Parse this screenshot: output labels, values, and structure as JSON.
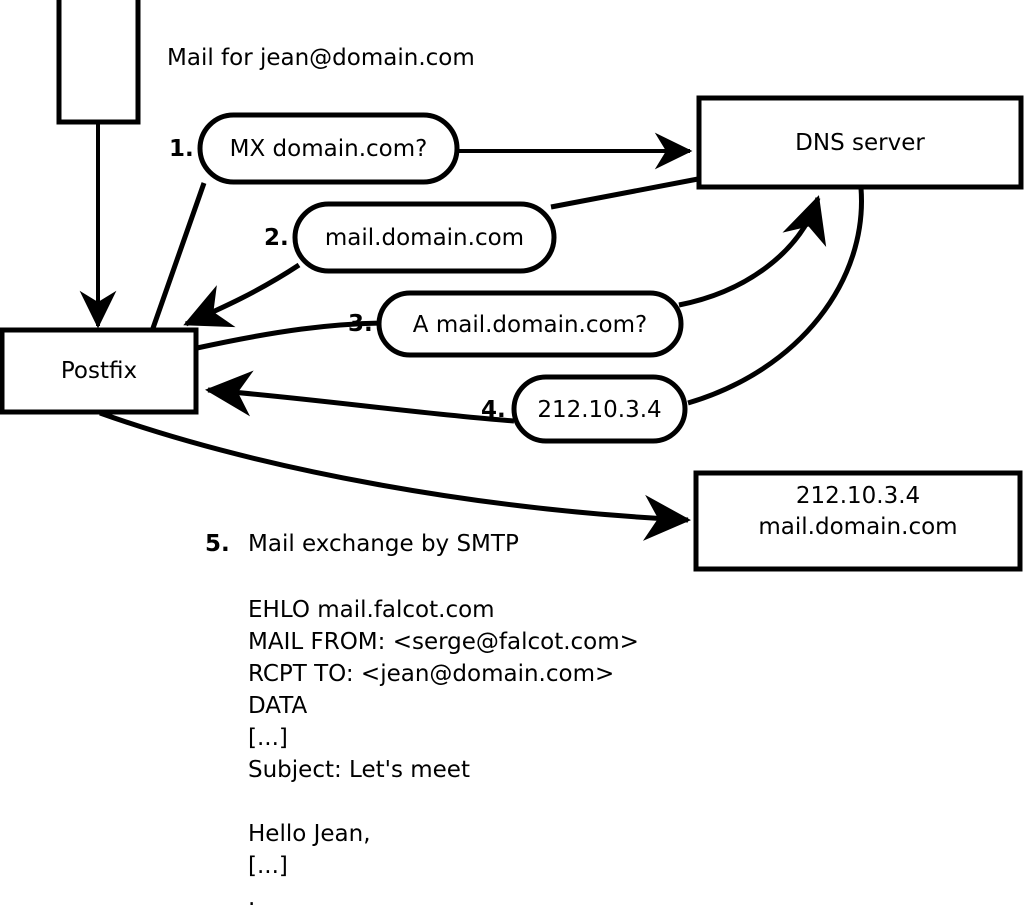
{
  "diagram": {
    "title_note": "Mail for jean@domain.com",
    "nodes": {
      "mail_client": {
        "label": ""
      },
      "postfix": {
        "label": "Postfix"
      },
      "dns_server": {
        "label": "DNS server"
      },
      "remote_mail_server": {
        "line1": "212.10.3.4",
        "line2": "mail.domain.com"
      }
    },
    "steps": [
      {
        "num": "1.",
        "label": "MX domain.com?"
      },
      {
        "num": "2.",
        "label": "mail.domain.com"
      },
      {
        "num": "3.",
        "label": "A mail.domain.com?"
      },
      {
        "num": "4.",
        "label": "212.10.3.4"
      },
      {
        "num": "5.",
        "label": "Mail exchange by SMTP"
      }
    ],
    "smtp_transcript": [
      "EHLO mail.falcot.com",
      "MAIL FROM: <serge@falcot.com>",
      "RCPT TO: <jean@domain.com>",
      "DATA",
      "[...]",
      "Subject: Let's meet",
      "",
      "Hello Jean,",
      "[...]",
      "."
    ],
    "colors": {
      "stroke": "#000000",
      "fill": "#ffffff",
      "background": "#ffffff"
    }
  }
}
